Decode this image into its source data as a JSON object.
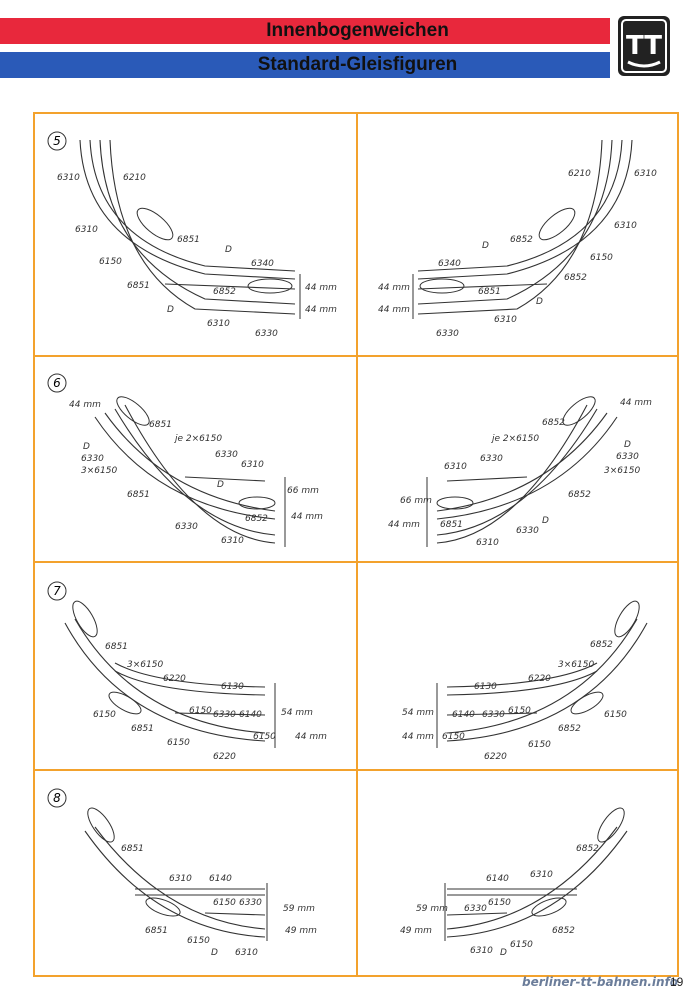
{
  "header": {
    "title_top": "Innenbogenweichen",
    "title_bottom": "Standard-Gleisfiguren",
    "logo_text": "TT"
  },
  "colors": {
    "red_band": "#e8283c",
    "blue_band": "#2a5ab8",
    "frame": "#f3a22d"
  },
  "figures": [
    {
      "number": "5",
      "left": {
        "labels": [
          "6310",
          "6210",
          "6310",
          "6851",
          "D",
          "6150",
          "6340",
          "6851",
          "6852",
          "D",
          "44 mm",
          "44 mm",
          "6310",
          "6330"
        ]
      },
      "right": {
        "labels": [
          "6210",
          "6310",
          "6310",
          "6852",
          "D",
          "6150",
          "6340",
          "6852",
          "44 mm",
          "6851",
          "D",
          "44 mm",
          "6310",
          "6330"
        ]
      }
    },
    {
      "number": "6",
      "left": {
        "labels": [
          "44 mm",
          "6851",
          "D",
          "je 2×6150",
          "6330",
          "6330",
          "3×6150",
          "6310",
          "D",
          "66 mm",
          "6851",
          "6852",
          "44 mm",
          "6330",
          "6310"
        ]
      },
      "right": {
        "labels": [
          "44 mm",
          "6852",
          "je 2×6150",
          "D",
          "6330",
          "6330",
          "3×6150",
          "6310",
          "6852",
          "66 mm",
          "D",
          "44 mm",
          "6851",
          "6330",
          "6310"
        ]
      }
    },
    {
      "number": "7",
      "left": {
        "labels": [
          "6851",
          "3×6150",
          "6220",
          "6130",
          "6150",
          "54 mm",
          "6150",
          "6330",
          "6140",
          "6851",
          "6150",
          "44 mm",
          "6150",
          "6220"
        ]
      },
      "right": {
        "labels": [
          "6852",
          "3×6150",
          "6130",
          "6220",
          "54 mm",
          "6150",
          "6140",
          "6330",
          "6150",
          "6852",
          "44 mm",
          "6150",
          "6150",
          "6220"
        ]
      }
    },
    {
      "number": "8",
      "left": {
        "labels": [
          "6851",
          "6310",
          "6140",
          "6150",
          "6330",
          "59 mm",
          "6851",
          "6150",
          "49 mm",
          "D",
          "6310"
        ]
      },
      "right": {
        "labels": [
          "6852",
          "6140",
          "6310",
          "59 mm",
          "6330",
          "6150",
          "6852",
          "49 mm",
          "6310",
          "D",
          "6150"
        ]
      }
    }
  ],
  "footer": {
    "url": "berliner-tt-bahnen.info",
    "page": "19"
  }
}
